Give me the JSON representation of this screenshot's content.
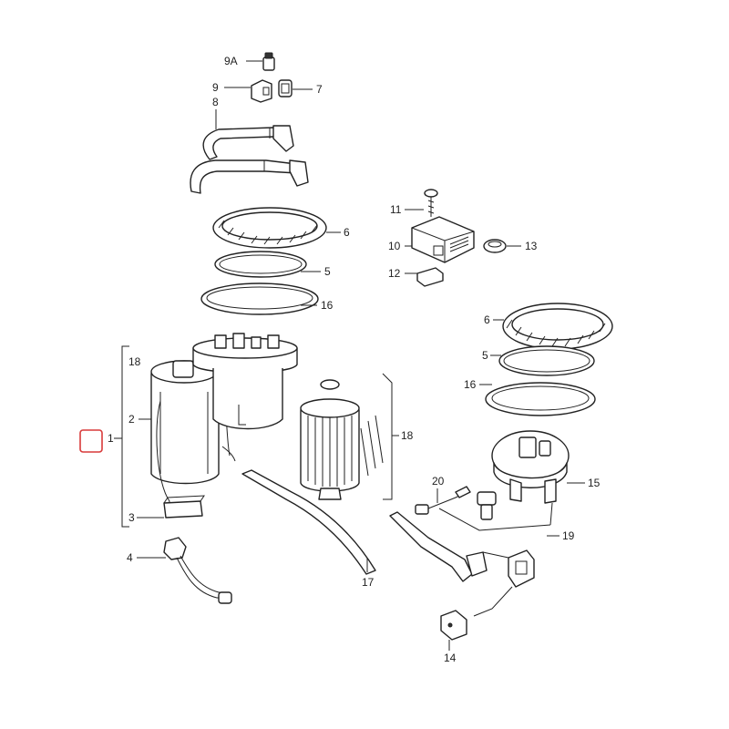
{
  "diagram": {
    "callouts": {
      "c9A": "9A",
      "c9": "9",
      "c7": "7",
      "c8": "8",
      "c6a": "6",
      "c5a": "5",
      "c16a": "16",
      "c11": "11",
      "c10": "10",
      "c13": "13",
      "c12": "12",
      "c6b": "6",
      "c5b": "5",
      "c16b": "16",
      "c18a": "18",
      "c2": "2",
      "c1": "1",
      "c3": "3",
      "c18b": "18",
      "c15": "15",
      "c20": "20",
      "c19": "19",
      "c4": "4",
      "c17": "17",
      "c14": "14"
    },
    "colors": {
      "line": "#222222",
      "highlight": "#d83a3a",
      "background": "#ffffff"
    }
  }
}
